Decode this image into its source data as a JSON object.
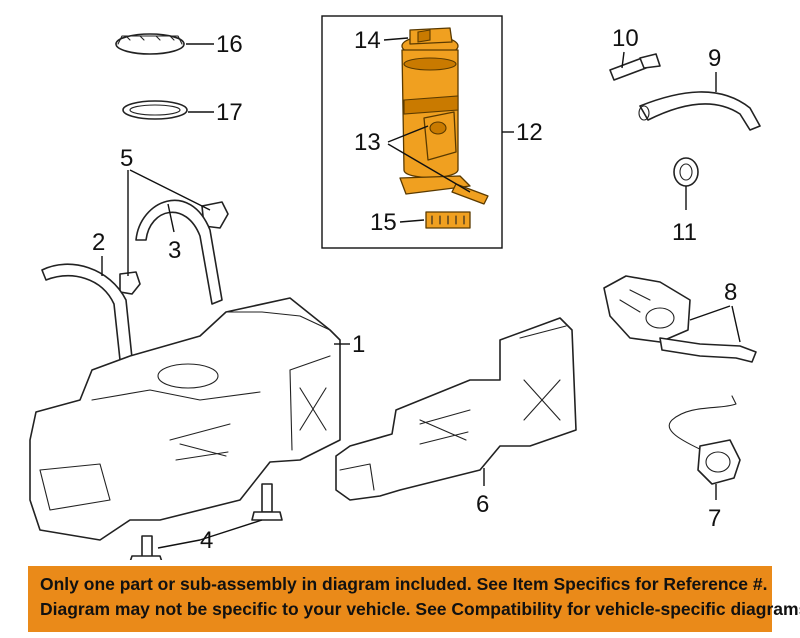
{
  "callouts": {
    "c1": "1",
    "c2": "2",
    "c3": "3",
    "c4": "4",
    "c5": "5",
    "c6": "6",
    "c7": "7",
    "c8": "8",
    "c9": "9",
    "c10": "10",
    "c11": "11",
    "c12": "12",
    "c13": "13",
    "c14": "14",
    "c15": "15",
    "c16": "16",
    "c17": "17"
  },
  "banner": {
    "line1": "Only one part or sub-assembly in diagram included. See Item Specifics for Reference #.",
    "line2": "Diagram may not be specific to your vehicle. See Compatibility for vehicle-specific diagrams."
  },
  "colors": {
    "highlight": "#f0a020",
    "banner": "#ea8a19"
  }
}
